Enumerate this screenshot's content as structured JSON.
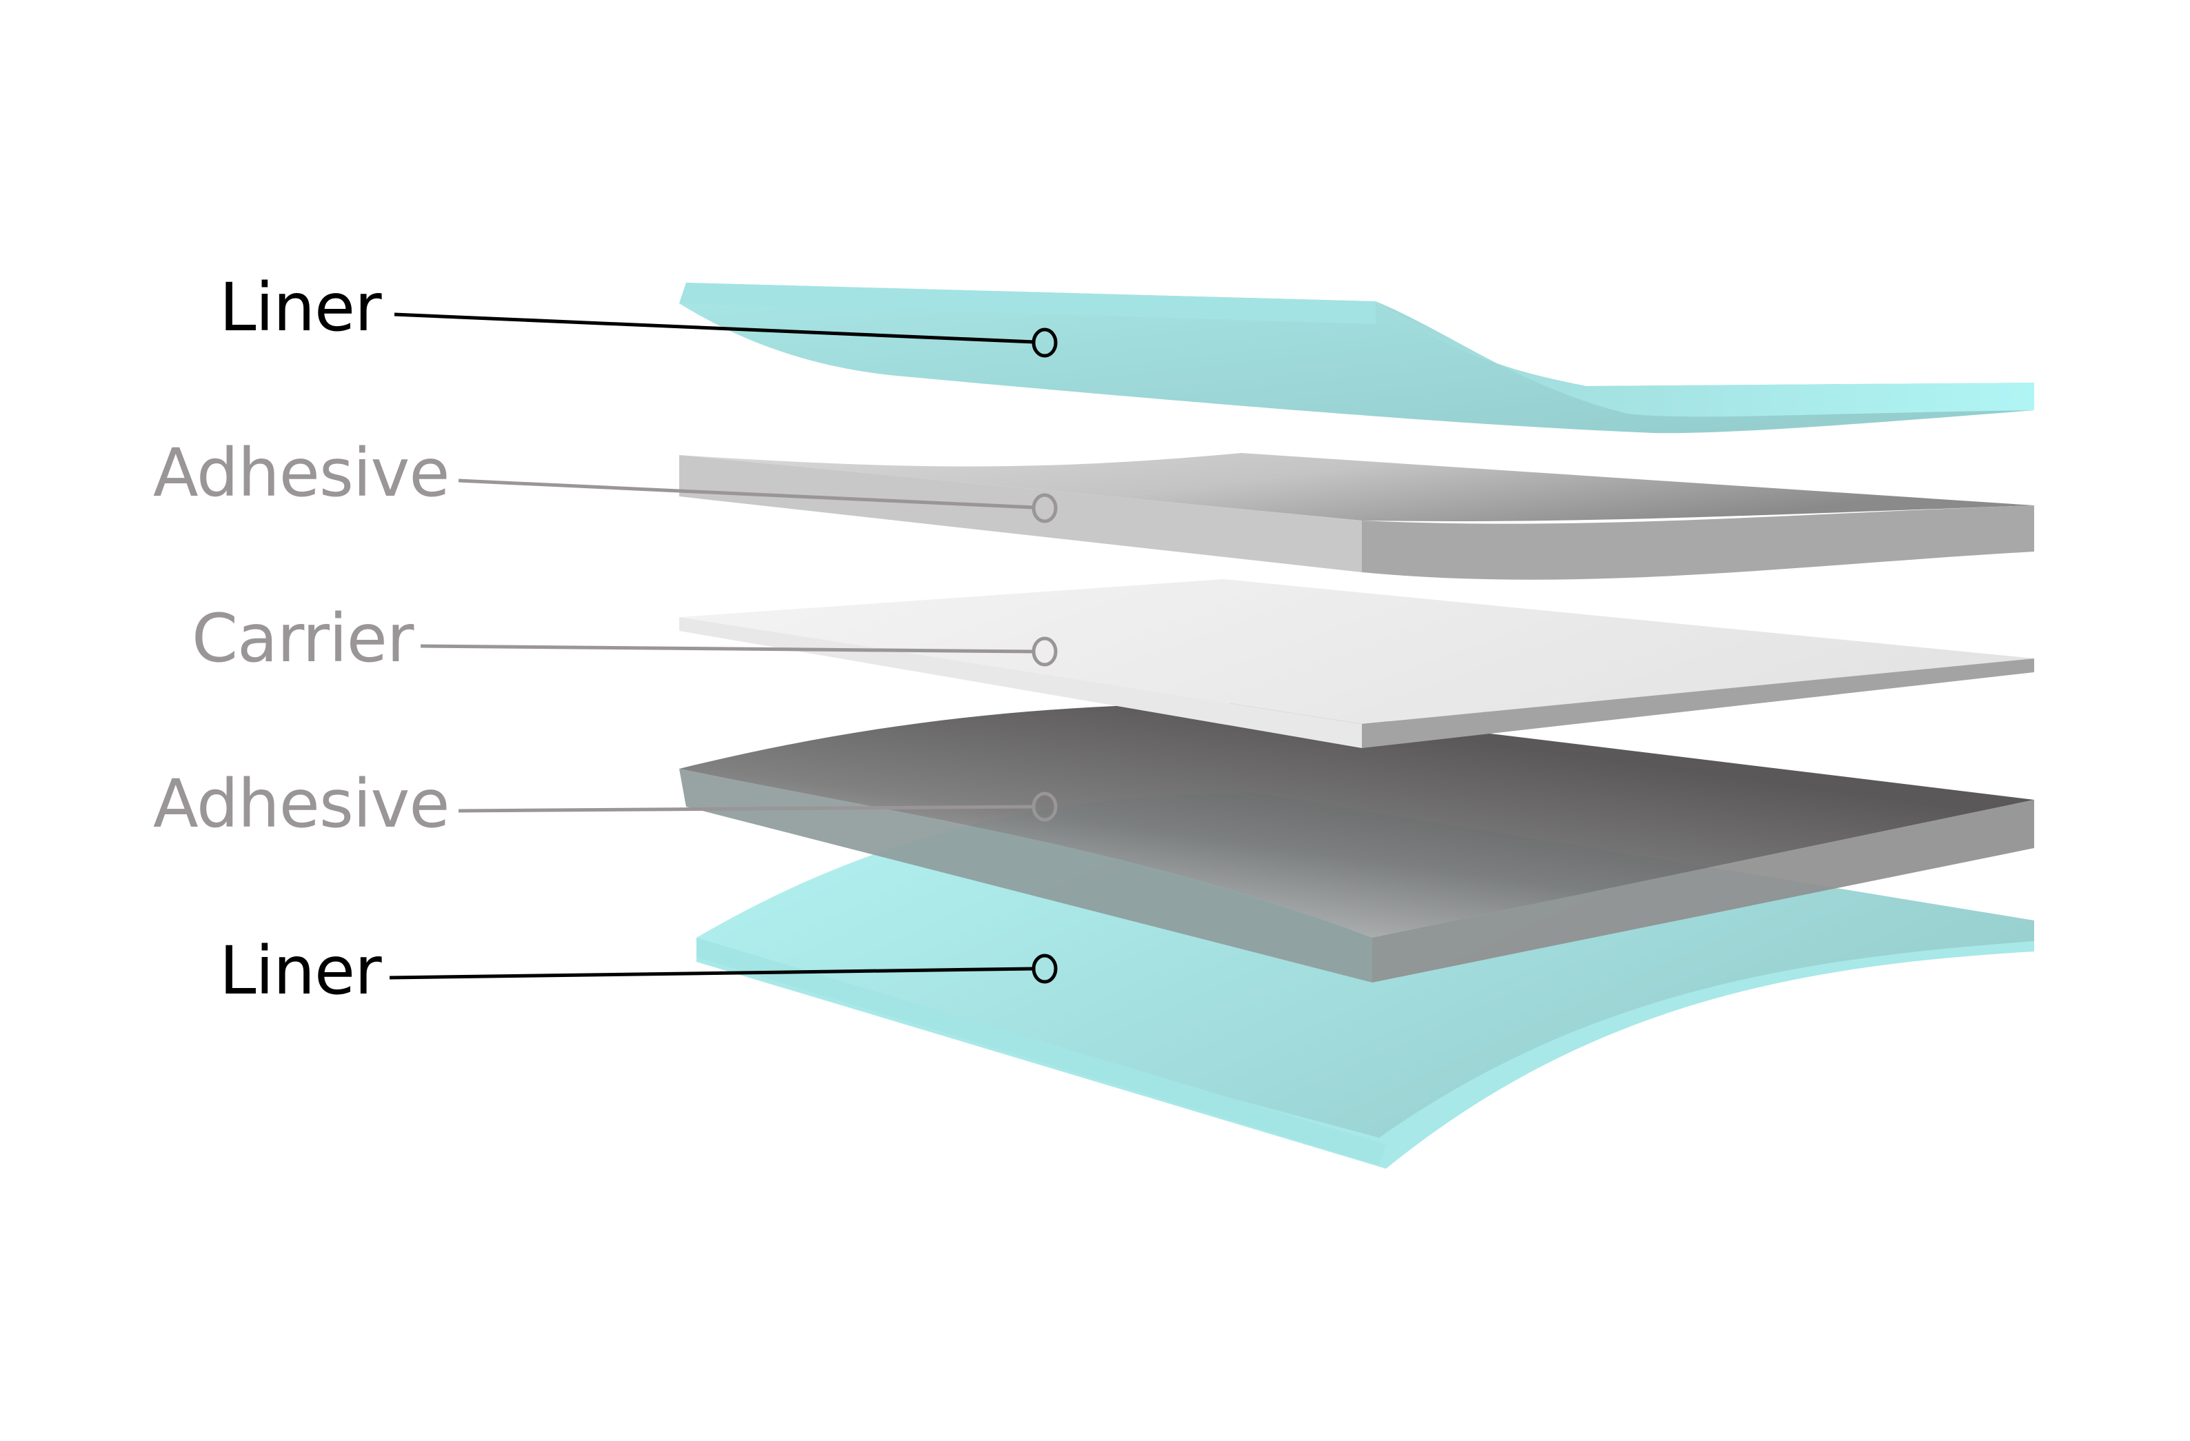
{
  "diagram": {
    "title": "",
    "layers": [
      {
        "id": "liner-top",
        "label": "Liner",
        "color": "#a8e8e8",
        "label_color": "#000000"
      },
      {
        "id": "adhesive-top",
        "label": "Adhesive",
        "color": "#bdbdbd",
        "label_color": "#9a9596"
      },
      {
        "id": "carrier",
        "label": "Carrier",
        "color": "#eeeeee",
        "label_color": "#9a9596"
      },
      {
        "id": "adhesive-bottom",
        "label": "Adhesive",
        "color": "#524f50",
        "label_color": "#9a9596"
      },
      {
        "id": "liner-bottom",
        "label": "Liner",
        "color": "#a8e8e8",
        "label_color": "#000000"
      }
    ]
  }
}
